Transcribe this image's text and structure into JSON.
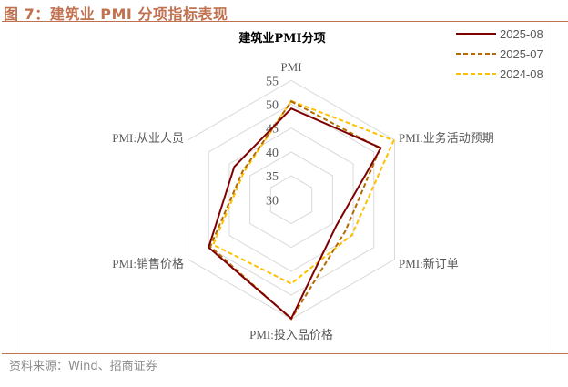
{
  "figure": {
    "title": "图 7：建筑业 PMI 分项指标表现",
    "source": "资料来源：Wind、招商证券"
  },
  "chart_data": {
    "type": "radar",
    "title": "建筑业PMI分项",
    "categories": [
      "PMI",
      "PMI:业务活动预期",
      "PMI:新订单",
      "PMI:投入品价格",
      "PMI:销售价格",
      "PMI:从业人员"
    ],
    "range": [
      30,
      55
    ],
    "ticks": [
      "30",
      "35",
      "40",
      "45",
      "50",
      "55"
    ],
    "grid": true,
    "legend_position": "top-right",
    "series": [
      {
        "name": "2025-08",
        "values": [
          49.1,
          51.7,
          40.9,
          54.9,
          50.0,
          43.8
        ],
        "color": "#7f0000",
        "dash": "solid"
      },
      {
        "name": "2025-07",
        "values": [
          50.6,
          51.5,
          43.1,
          55.0,
          49.6,
          41.8
        ],
        "color": "#b36b00",
        "dash": "dashed"
      },
      {
        "name": "2024-08",
        "values": [
          50.7,
          54.8,
          44.7,
          47.6,
          48.9,
          41.5
        ],
        "color": "#ffc000",
        "dash": "dashed"
      }
    ]
  }
}
